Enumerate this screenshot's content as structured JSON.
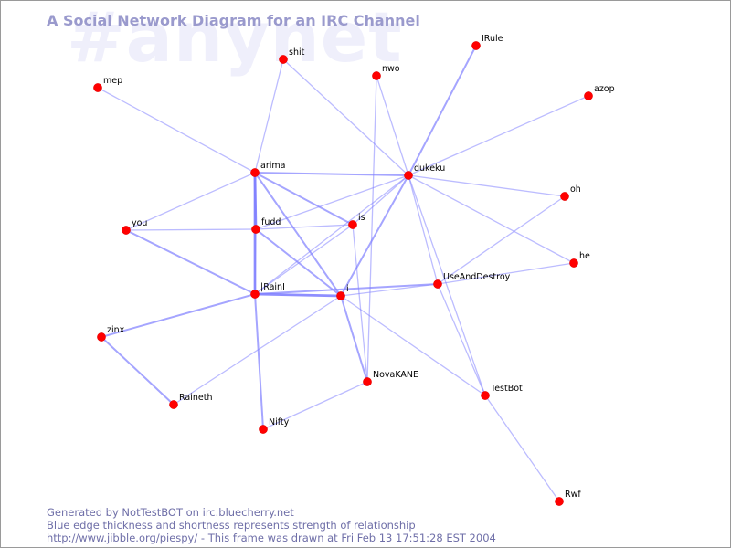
{
  "header": {
    "watermark": "#anynet",
    "title": "A Social Network Diagram for an IRC Channel"
  },
  "footer": {
    "line1": "Generated by NotTestBOT on irc.bluecherry.net",
    "line2": "Blue edge thickness and shortness represents strength of relationship",
    "line3": "http://www.jibble.org/piespy/ - This frame was drawn at Fri Feb 13 17:51:28 EST 2004"
  },
  "colors": {
    "node": "#ff0000",
    "edge": "#8080ff",
    "title": "#9a9acd",
    "watermark": "#efeffb",
    "footer": "#6f6fa8"
  },
  "graph": {
    "nodes": [
      {
        "id": "shit",
        "label": "shit"
      },
      {
        "id": "IRule",
        "label": "IRule"
      },
      {
        "id": "nwo",
        "label": "nwo"
      },
      {
        "id": "mep",
        "label": "mep"
      },
      {
        "id": "azop",
        "label": "azop"
      },
      {
        "id": "arima",
        "label": "arima"
      },
      {
        "id": "dukeku",
        "label": "dukeku"
      },
      {
        "id": "oh",
        "label": "oh"
      },
      {
        "id": "you",
        "label": "you"
      },
      {
        "id": "fudd",
        "label": "fudd"
      },
      {
        "id": "is",
        "label": "is"
      },
      {
        "id": "he",
        "label": "he"
      },
      {
        "id": "UseAndDestroy",
        "label": "UseAndDestroy"
      },
      {
        "id": "IRainI",
        "label": "|RainI"
      },
      {
        "id": "i",
        "label": "i"
      },
      {
        "id": "zinx",
        "label": "zinx"
      },
      {
        "id": "NovaKANE",
        "label": "NovaKANE"
      },
      {
        "id": "TestBot",
        "label": "TestBot"
      },
      {
        "id": "Raineth",
        "label": "Raineth"
      },
      {
        "id": "Nifty",
        "label": "Nifty"
      },
      {
        "id": "Rwf",
        "label": "Rwf"
      }
    ],
    "edges": [
      {
        "from": "mep",
        "to": "arima",
        "strength": 1
      },
      {
        "from": "shit",
        "to": "arima",
        "strength": 1
      },
      {
        "from": "shit",
        "to": "dukeku",
        "strength": 1
      },
      {
        "from": "IRule",
        "to": "dukeku",
        "strength": 2
      },
      {
        "from": "azop",
        "to": "dukeku",
        "strength": 1
      },
      {
        "from": "nwo",
        "to": "dukeku",
        "strength": 1
      },
      {
        "from": "nwo",
        "to": "NovaKANE",
        "strength": 1
      },
      {
        "from": "arima",
        "to": "dukeku",
        "strength": 2
      },
      {
        "from": "arima",
        "to": "you",
        "strength": 1
      },
      {
        "from": "arima",
        "to": "fudd",
        "strength": 3
      },
      {
        "from": "arima",
        "to": "is",
        "strength": 2
      },
      {
        "from": "arima",
        "to": "IRainI",
        "strength": 3
      },
      {
        "from": "arima",
        "to": "i",
        "strength": 2
      },
      {
        "from": "dukeku",
        "to": "oh",
        "strength": 1
      },
      {
        "from": "dukeku",
        "to": "he",
        "strength": 1
      },
      {
        "from": "dukeku",
        "to": "is",
        "strength": 1
      },
      {
        "from": "dukeku",
        "to": "fudd",
        "strength": 1
      },
      {
        "from": "dukeku",
        "to": "IRainI",
        "strength": 1
      },
      {
        "from": "dukeku",
        "to": "i",
        "strength": 2
      },
      {
        "from": "dukeku",
        "to": "UseAndDestroy",
        "strength": 1
      },
      {
        "from": "dukeku",
        "to": "TestBot",
        "strength": 1
      },
      {
        "from": "you",
        "to": "fudd",
        "strength": 1
      },
      {
        "from": "you",
        "to": "IRainI",
        "strength": 2
      },
      {
        "from": "fudd",
        "to": "is",
        "strength": 1
      },
      {
        "from": "fudd",
        "to": "i",
        "strength": 2
      },
      {
        "from": "fudd",
        "to": "IRainI",
        "strength": 1
      },
      {
        "from": "is",
        "to": "IRainI",
        "strength": 1
      },
      {
        "from": "is",
        "to": "NovaKANE",
        "strength": 1
      },
      {
        "from": "oh",
        "to": "UseAndDestroy",
        "strength": 1
      },
      {
        "from": "he",
        "to": "UseAndDestroy",
        "strength": 1
      },
      {
        "from": "UseAndDestroy",
        "to": "IRainI",
        "strength": 2
      },
      {
        "from": "UseAndDestroy",
        "to": "i",
        "strength": 1
      },
      {
        "from": "UseAndDestroy",
        "to": "TestBot",
        "strength": 1
      },
      {
        "from": "IRainI",
        "to": "i",
        "strength": 3
      },
      {
        "from": "IRainI",
        "to": "zinx",
        "strength": 2
      },
      {
        "from": "IRainI",
        "to": "Nifty",
        "strength": 2
      },
      {
        "from": "i",
        "to": "NovaKANE",
        "strength": 2
      },
      {
        "from": "i",
        "to": "Raineth",
        "strength": 1
      },
      {
        "from": "i",
        "to": "TestBot",
        "strength": 1
      },
      {
        "from": "zinx",
        "to": "Raineth",
        "strength": 2
      },
      {
        "from": "NovaKANE",
        "to": "Nifty",
        "strength": 1
      },
      {
        "from": "TestBot",
        "to": "Rwf",
        "strength": 1
      }
    ]
  }
}
